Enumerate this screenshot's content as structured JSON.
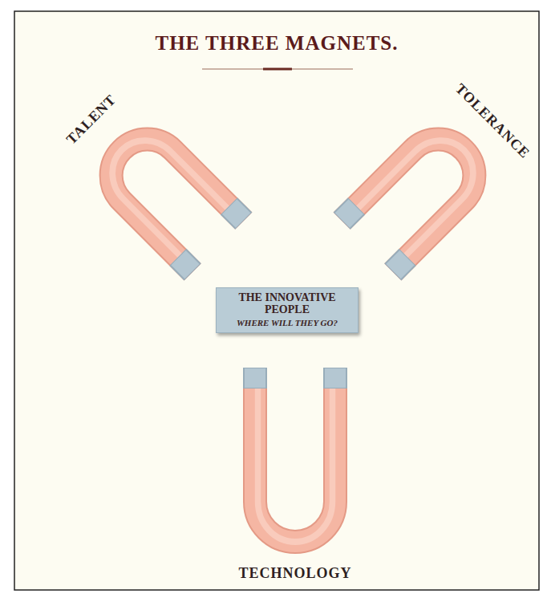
{
  "diagram": {
    "title": "THE THREE MAGNETS.",
    "nodes": [
      {
        "text": [
          "TALENT"
        ]
      },
      {
        "text": [
          "TOLERANCE"
        ]
      },
      {
        "text": [
          "THE INNOVATIVE PEOPLE",
          "WHERE WILL THEY GO?"
        ]
      },
      {
        "text": [
          "TECHNOLOGY"
        ]
      }
    ]
  }
}
